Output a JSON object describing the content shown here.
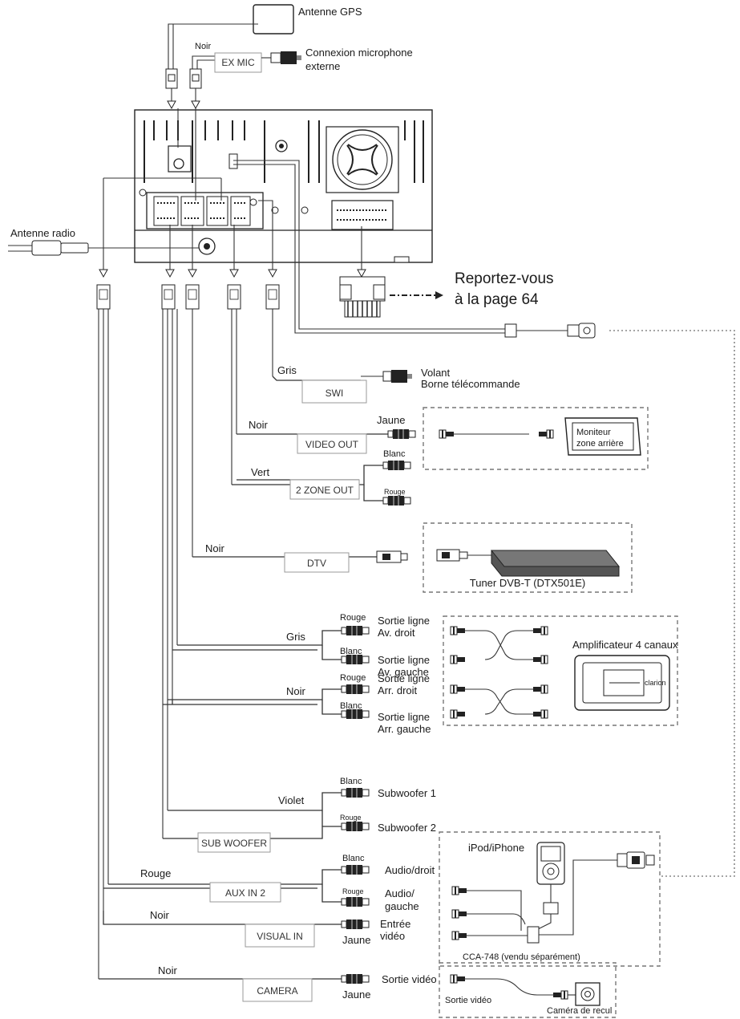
{
  "labels": {
    "gps_antenna": "Antenne GPS",
    "ex_mic_wire": "Noir",
    "ex_mic_box": "EX MIC",
    "ex_mic_line1": "Connexion microphone",
    "ex_mic_line2": "externe",
    "radio_antenna": "Antenne radio",
    "refer_line1": "Reportez-vous",
    "refer_line2": "à la page 64",
    "swi_wire": "Gris",
    "swi_box": "SWI",
    "swi_line1": "Volant",
    "swi_line2": "Borne télécommande",
    "video_out_wire": "Noir",
    "video_out_box": "VIDEO OUT",
    "video_out_color": "Jaune",
    "rear_monitor_line1": "Moniteur",
    "rear_monitor_line2": "zone arrière",
    "zone2_wire": "Vert",
    "zone2_box": "2 ZONE OUT",
    "zone2_white": "Blanc",
    "zone2_red": "Rouge",
    "dtv_wire": "Noir",
    "dtv_box": "DTV",
    "dtv_tuner": "Tuner DVB-T (DTX501E)",
    "front_wire": "Gris",
    "front_red": "Rouge",
    "front_right_1": "Sortie ligne",
    "front_right_2": "Av. droit",
    "front_white": "Blanc",
    "front_left_1": "Sortie ligne",
    "front_left_2": "Av. gauche",
    "amp": "Amplificateur 4 canaux",
    "amp_brand": "clarion",
    "rear_wire": "Noir",
    "rear_red": "Rouge",
    "rear_right_1": "Sortie ligne",
    "rear_right_2": "Arr. droit",
    "rear_white": "Blanc",
    "rear_left_1": "Sortie ligne",
    "rear_left_2": "Arr. gauche",
    "sub_wire": "Violet",
    "sub_white": "Blanc",
    "sub_red": "Rouge",
    "sub1": "Subwoofer 1",
    "sub2": "Subwoofer 2",
    "sub_box": "SUB WOOFER",
    "aux_wire": "Rouge",
    "aux_box": "AUX IN 2",
    "aux_white": "Blanc",
    "aux_red": "Rouge",
    "aux_right": "Audio/droit",
    "aux_left_1": "Audio/",
    "aux_left_2": "gauche",
    "ipod": "iPod/iPhone",
    "cca": "CCA-748 (vendu séparément)",
    "visual_wire": "Noir",
    "visual_box": "VISUAL IN",
    "visual_color": "Jaune",
    "visual_1": "Entrée",
    "visual_2": "vidéo",
    "camera_wire": "Noir",
    "camera_box": "CAMERA",
    "camera_color": "Jaune",
    "camera_out": "Sortie vidéo",
    "camera_out2": "Sortie vidéo",
    "camera_device": "Caméra de recul"
  }
}
